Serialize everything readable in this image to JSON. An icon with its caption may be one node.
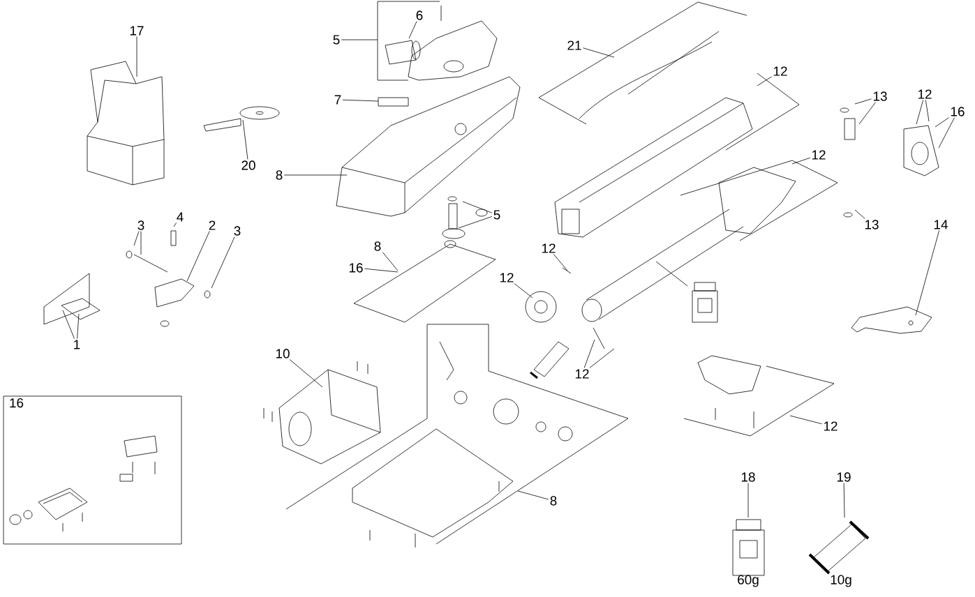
{
  "diagram": {
    "nodes": [
      {
        "text": [
          "6"
        ]
      },
      {
        "text": [
          "5"
        ]
      },
      {
        "text": [
          "17"
        ]
      },
      {
        "text": [
          "21"
        ]
      },
      {
        "text": [
          "12"
        ]
      },
      {
        "text": [
          "13"
        ]
      },
      {
        "text": [
          "12"
        ]
      },
      {
        "text": [
          "7"
        ]
      },
      {
        "text": [
          "16"
        ]
      },
      {
        "text": [
          "12"
        ]
      },
      {
        "text": [
          "20"
        ]
      },
      {
        "text": [
          "8"
        ]
      },
      {
        "text": [
          "5"
        ]
      },
      {
        "text": [
          "4"
        ]
      },
      {
        "text": [
          "3"
        ]
      },
      {
        "text": [
          "2"
        ]
      },
      {
        "text": [
          "13"
        ]
      },
      {
        "text": [
          "14"
        ]
      },
      {
        "text": [
          "3"
        ]
      },
      {
        "text": [
          "8"
        ]
      },
      {
        "text": [
          "12"
        ]
      },
      {
        "text": [
          "16"
        ]
      },
      {
        "text": [
          "12"
        ]
      },
      {
        "text": [
          "1"
        ]
      },
      {
        "text": [
          "10"
        ]
      },
      {
        "text": [
          "12"
        ]
      },
      {
        "text": [
          "16"
        ]
      },
      {
        "text": [
          "12"
        ]
      },
      {
        "text": [
          "18"
        ]
      },
      {
        "text": [
          "19"
        ]
      },
      {
        "text": [
          "8"
        ]
      }
    ],
    "edges": [
      {
        "from": 0,
        "to": null,
        "arrow": "none"
      },
      {
        "from": 1,
        "to": null,
        "arrow": "none"
      },
      {
        "from": 2,
        "to": null,
        "arrow": "none"
      },
      {
        "from": 3,
        "to": null,
        "arrow": "none"
      },
      {
        "from": 4,
        "to": null,
        "arrow": "none"
      },
      {
        "from": 5,
        "to": null,
        "arrow": "none"
      },
      {
        "from": 5,
        "to": null,
        "arrow": "none"
      },
      {
        "from": 6,
        "to": null,
        "arrow": "none"
      },
      {
        "from": 6,
        "to": null,
        "arrow": "none"
      },
      {
        "from": 7,
        "to": null,
        "arrow": "none"
      },
      {
        "from": 8,
        "to": null,
        "arrow": "none"
      },
      {
        "from": 8,
        "to": null,
        "arrow": "none"
      },
      {
        "from": 9,
        "to": null,
        "arrow": "none"
      },
      {
        "from": 10,
        "to": null,
        "arrow": "none"
      },
      {
        "from": 11,
        "to": null,
        "arrow": "none"
      },
      {
        "from": 12,
        "to": null,
        "arrow": "none"
      },
      {
        "from": 12,
        "to": null,
        "arrow": "none"
      },
      {
        "from": 13,
        "to": null,
        "arrow": "none"
      },
      {
        "from": 14,
        "to": null,
        "arrow": "none"
      },
      {
        "from": 14,
        "to": null,
        "arrow": "none"
      },
      {
        "from": 15,
        "to": null,
        "arrow": "none"
      },
      {
        "from": 16,
        "to": null,
        "arrow": "none"
      },
      {
        "from": 17,
        "to": null,
        "arrow": "none"
      },
      {
        "from": 18,
        "to": null,
        "arrow": "none"
      },
      {
        "from": 19,
        "to": null,
        "arrow": "none"
      },
      {
        "from": 20,
        "to": null,
        "arrow": "none"
      },
      {
        "from": 21,
        "to": null,
        "arrow": "none"
      },
      {
        "from": 22,
        "to": null,
        "arrow": "none"
      },
      {
        "from": 23,
        "to": null,
        "arrow": "none"
      },
      {
        "from": 23,
        "to": null,
        "arrow": "none"
      },
      {
        "from": 24,
        "to": null,
        "arrow": "none"
      },
      {
        "from": 25,
        "to": null,
        "arrow": "none"
      },
      {
        "from": 25,
        "to": null,
        "arrow": "none"
      },
      {
        "from": 27,
        "to": null,
        "arrow": "none"
      },
      {
        "from": 28,
        "to": null,
        "arrow": "none"
      },
      {
        "from": 29,
        "to": null,
        "arrow": "none"
      },
      {
        "from": 30,
        "to": null,
        "arrow": "none"
      }
    ],
    "labels": [
      "60g",
      "10g"
    ]
  }
}
